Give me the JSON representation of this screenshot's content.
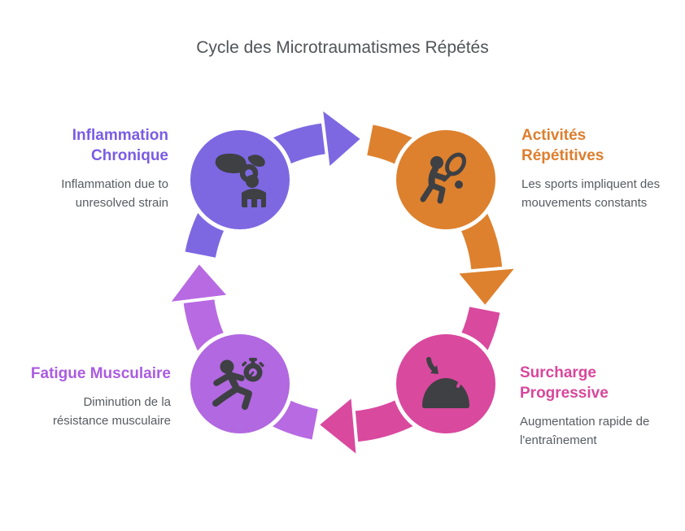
{
  "title": "Cycle des Microtraumatismes Répétés",
  "colors": {
    "background": "#FFFFFF",
    "title_text": "#515458",
    "desc_text": "#575B61",
    "icon": "#3E4044",
    "purple": "#7D68E2",
    "orange": "#DD812E",
    "pink": "#D9499E",
    "violet": "#B168E0",
    "violet_arrow": "#B76AE2",
    "heading_purple": "#7A5CE4",
    "heading_orange": "#DD7E2E",
    "heading_pink": "#D8479C",
    "heading_violet": "#AB5CE0",
    "circle_outline": "#FFFFFF"
  },
  "nodes": [
    {
      "id": "inflammation-chronique",
      "position": "top-left",
      "title_lines": [
        "Inflammation",
        "Chronique"
      ],
      "description_lines": [
        "Inflammation due to",
        "unresolved strain"
      ],
      "color": "#7D68E2",
      "heading_color": "#7A5CE4",
      "icon": "massage-icon"
    },
    {
      "id": "activites-repetitives",
      "position": "top-right",
      "title_lines": [
        "Activités",
        "Répétitives"
      ],
      "description_lines": [
        "Les sports impliquent des",
        "mouvements constants"
      ],
      "color": "#DD812E",
      "heading_color": "#DD7E2E",
      "icon": "tennis-player-icon"
    },
    {
      "id": "surcharge-progressive",
      "position": "bottom-right",
      "title_lines": [
        "Surcharge",
        "Progressive"
      ],
      "description_lines": [
        "Augmentation rapide de",
        "l'entraînement"
      ],
      "color": "#D9499E",
      "heading_color": "#D8479C",
      "icon": "overload-icon"
    },
    {
      "id": "fatigue-musculaire",
      "position": "bottom-left",
      "title_lines": [
        "Fatigue Musculaire"
      ],
      "description_lines": [
        "Diminution de la",
        "résistance musculaire"
      ],
      "color": "#B168E0",
      "heading_color": "#AB5CE0",
      "icon": "runner-stopwatch-icon"
    }
  ],
  "cycle": {
    "direction": "clockwise",
    "order": [
      "inflammation-chronique",
      "activites-repetitives",
      "surcharge-progressive",
      "fatigue-musculaire"
    ]
  }
}
